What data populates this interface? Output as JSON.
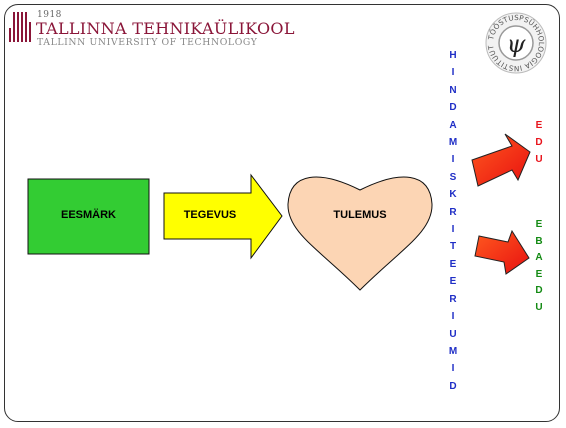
{
  "header": {
    "year": "1918",
    "institution": "TALLINNA TEHNIKAÜLIKOOL",
    "institution_en": "TALLINN UNIVERSITY OF TECHNOLOGY",
    "seal_symbol": "ψ",
    "seal_text": "TÖÖSTUSPSÜHHOLOOGIA INSTITUUT"
  },
  "diagram": {
    "goal": "EESMÄRK",
    "activity": "TEGEVUS",
    "result": "TULEMUS",
    "criteria": [
      "H",
      "I",
      "N",
      "D",
      "A",
      "M",
      "I",
      "S",
      "K",
      "R",
      "I",
      "T",
      "E",
      "E",
      "R",
      "I",
      "U",
      "M",
      "I",
      "D"
    ],
    "success": [
      "E",
      "D",
      "U"
    ],
    "failure": [
      "E",
      "B",
      "A",
      "E",
      "D",
      "U"
    ]
  },
  "colors": {
    "goal_fill": "#33cc33",
    "activity_fill": "#ffff00",
    "result_fill": "#fcd5b4",
    "criteria_text": "#1f2ec6",
    "success_text": "#e8131b",
    "failure_text": "#138a13",
    "arrow_red": "#ff3300",
    "brand": "#8a1538"
  }
}
